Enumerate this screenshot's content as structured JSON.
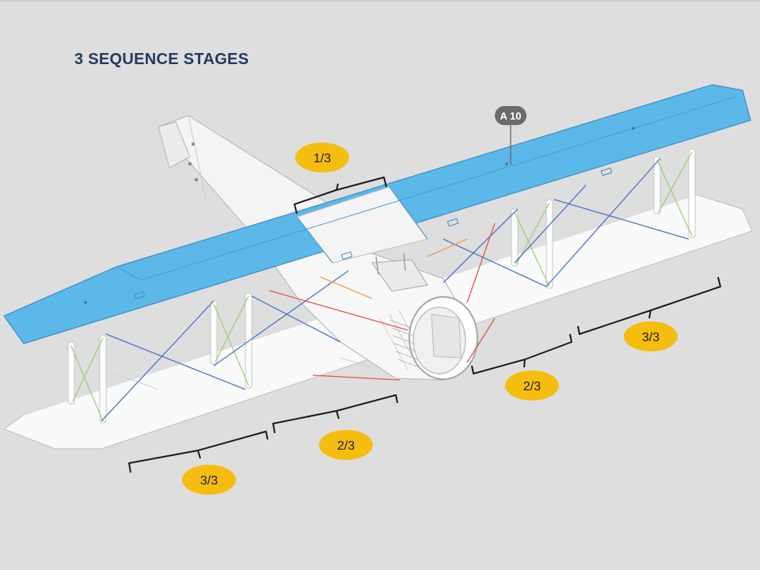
{
  "title": "3 SEQUENCE STAGES",
  "callout": {
    "label": "A 10"
  },
  "stages": [
    {
      "label": "1/3"
    },
    {
      "label": "2/3"
    },
    {
      "label": "3/3"
    },
    {
      "label": "2/3"
    },
    {
      "label": "3/3"
    }
  ],
  "colors": {
    "upper_wing": "#5bb8e8",
    "badge": "#f5bd10",
    "title": "#1f3a5f",
    "callout": "#6b6b6b",
    "rigging_blue": "#4a78c8",
    "rigging_red": "#e05a50",
    "rigging_orange": "#f0a050",
    "strut_green": "#9ccf6a"
  }
}
